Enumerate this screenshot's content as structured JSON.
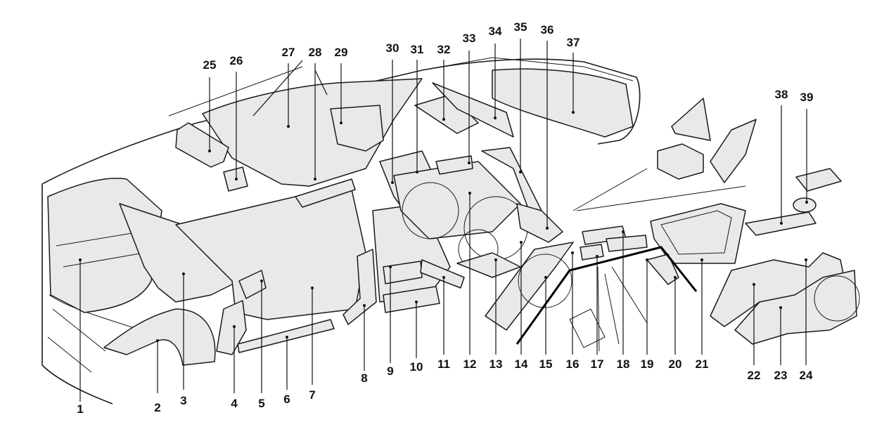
{
  "diagram": {
    "callouts": [
      "1",
      "2",
      "3",
      "4",
      "5",
      "6",
      "7",
      "8",
      "9",
      "10",
      "11",
      "12",
      "13",
      "14",
      "15",
      "16",
      "17",
      "18",
      "19",
      "20",
      "21",
      "22",
      "23",
      "24",
      "25",
      "26",
      "27",
      "28",
      "29",
      "30",
      "31",
      "32",
      "33",
      "34",
      "35",
      "36",
      "37",
      "38",
      "39"
    ]
  },
  "colors": {
    "line": "#1a1a1a",
    "background": "#ffffff",
    "insulation_fill": "#e9e9e9"
  }
}
